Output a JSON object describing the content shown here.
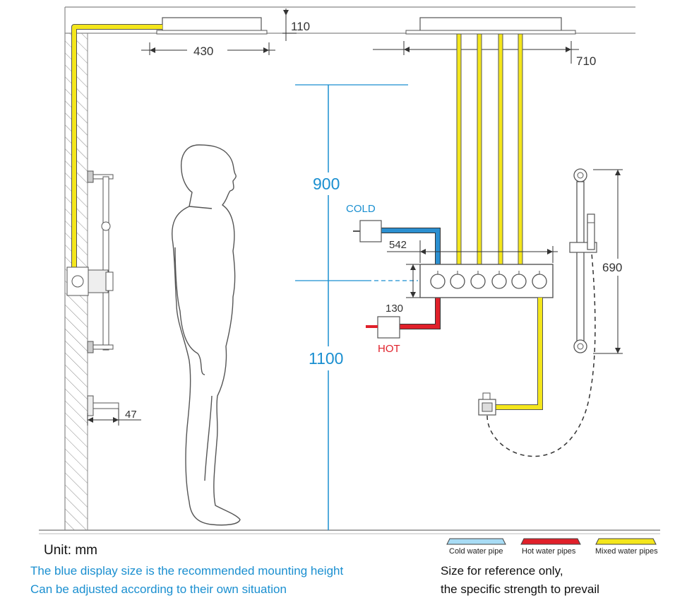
{
  "dimensions": {
    "d110": "110",
    "d430": "430",
    "d710": "710",
    "d900": "900",
    "d542": "542",
    "d130": "130",
    "d690": "690",
    "d1100": "1100",
    "d47": "47"
  },
  "labels": {
    "cold": "COLD",
    "hot": "HOT"
  },
  "legend": [
    {
      "label": "Cold water pipe",
      "color": "#a8dcf5"
    },
    {
      "label": "Hot water pipes",
      "color": "#e0202a"
    },
    {
      "label": "Mixed water pipes",
      "color": "#f4e61c"
    }
  ],
  "notes": {
    "unit": "Unit: mm",
    "blue_line1": "The blue display size is the recommended mounting height",
    "blue_line2": "Can be adjusted according to their own situation",
    "ref_line1": "Size for reference only,",
    "ref_line2": "the specific strength to prevail"
  },
  "colors": {
    "cold": "#2b8fd0",
    "hot": "#e0202a",
    "mixed": "#f4e61c",
    "dimension_blue": "#1a8fd0"
  }
}
